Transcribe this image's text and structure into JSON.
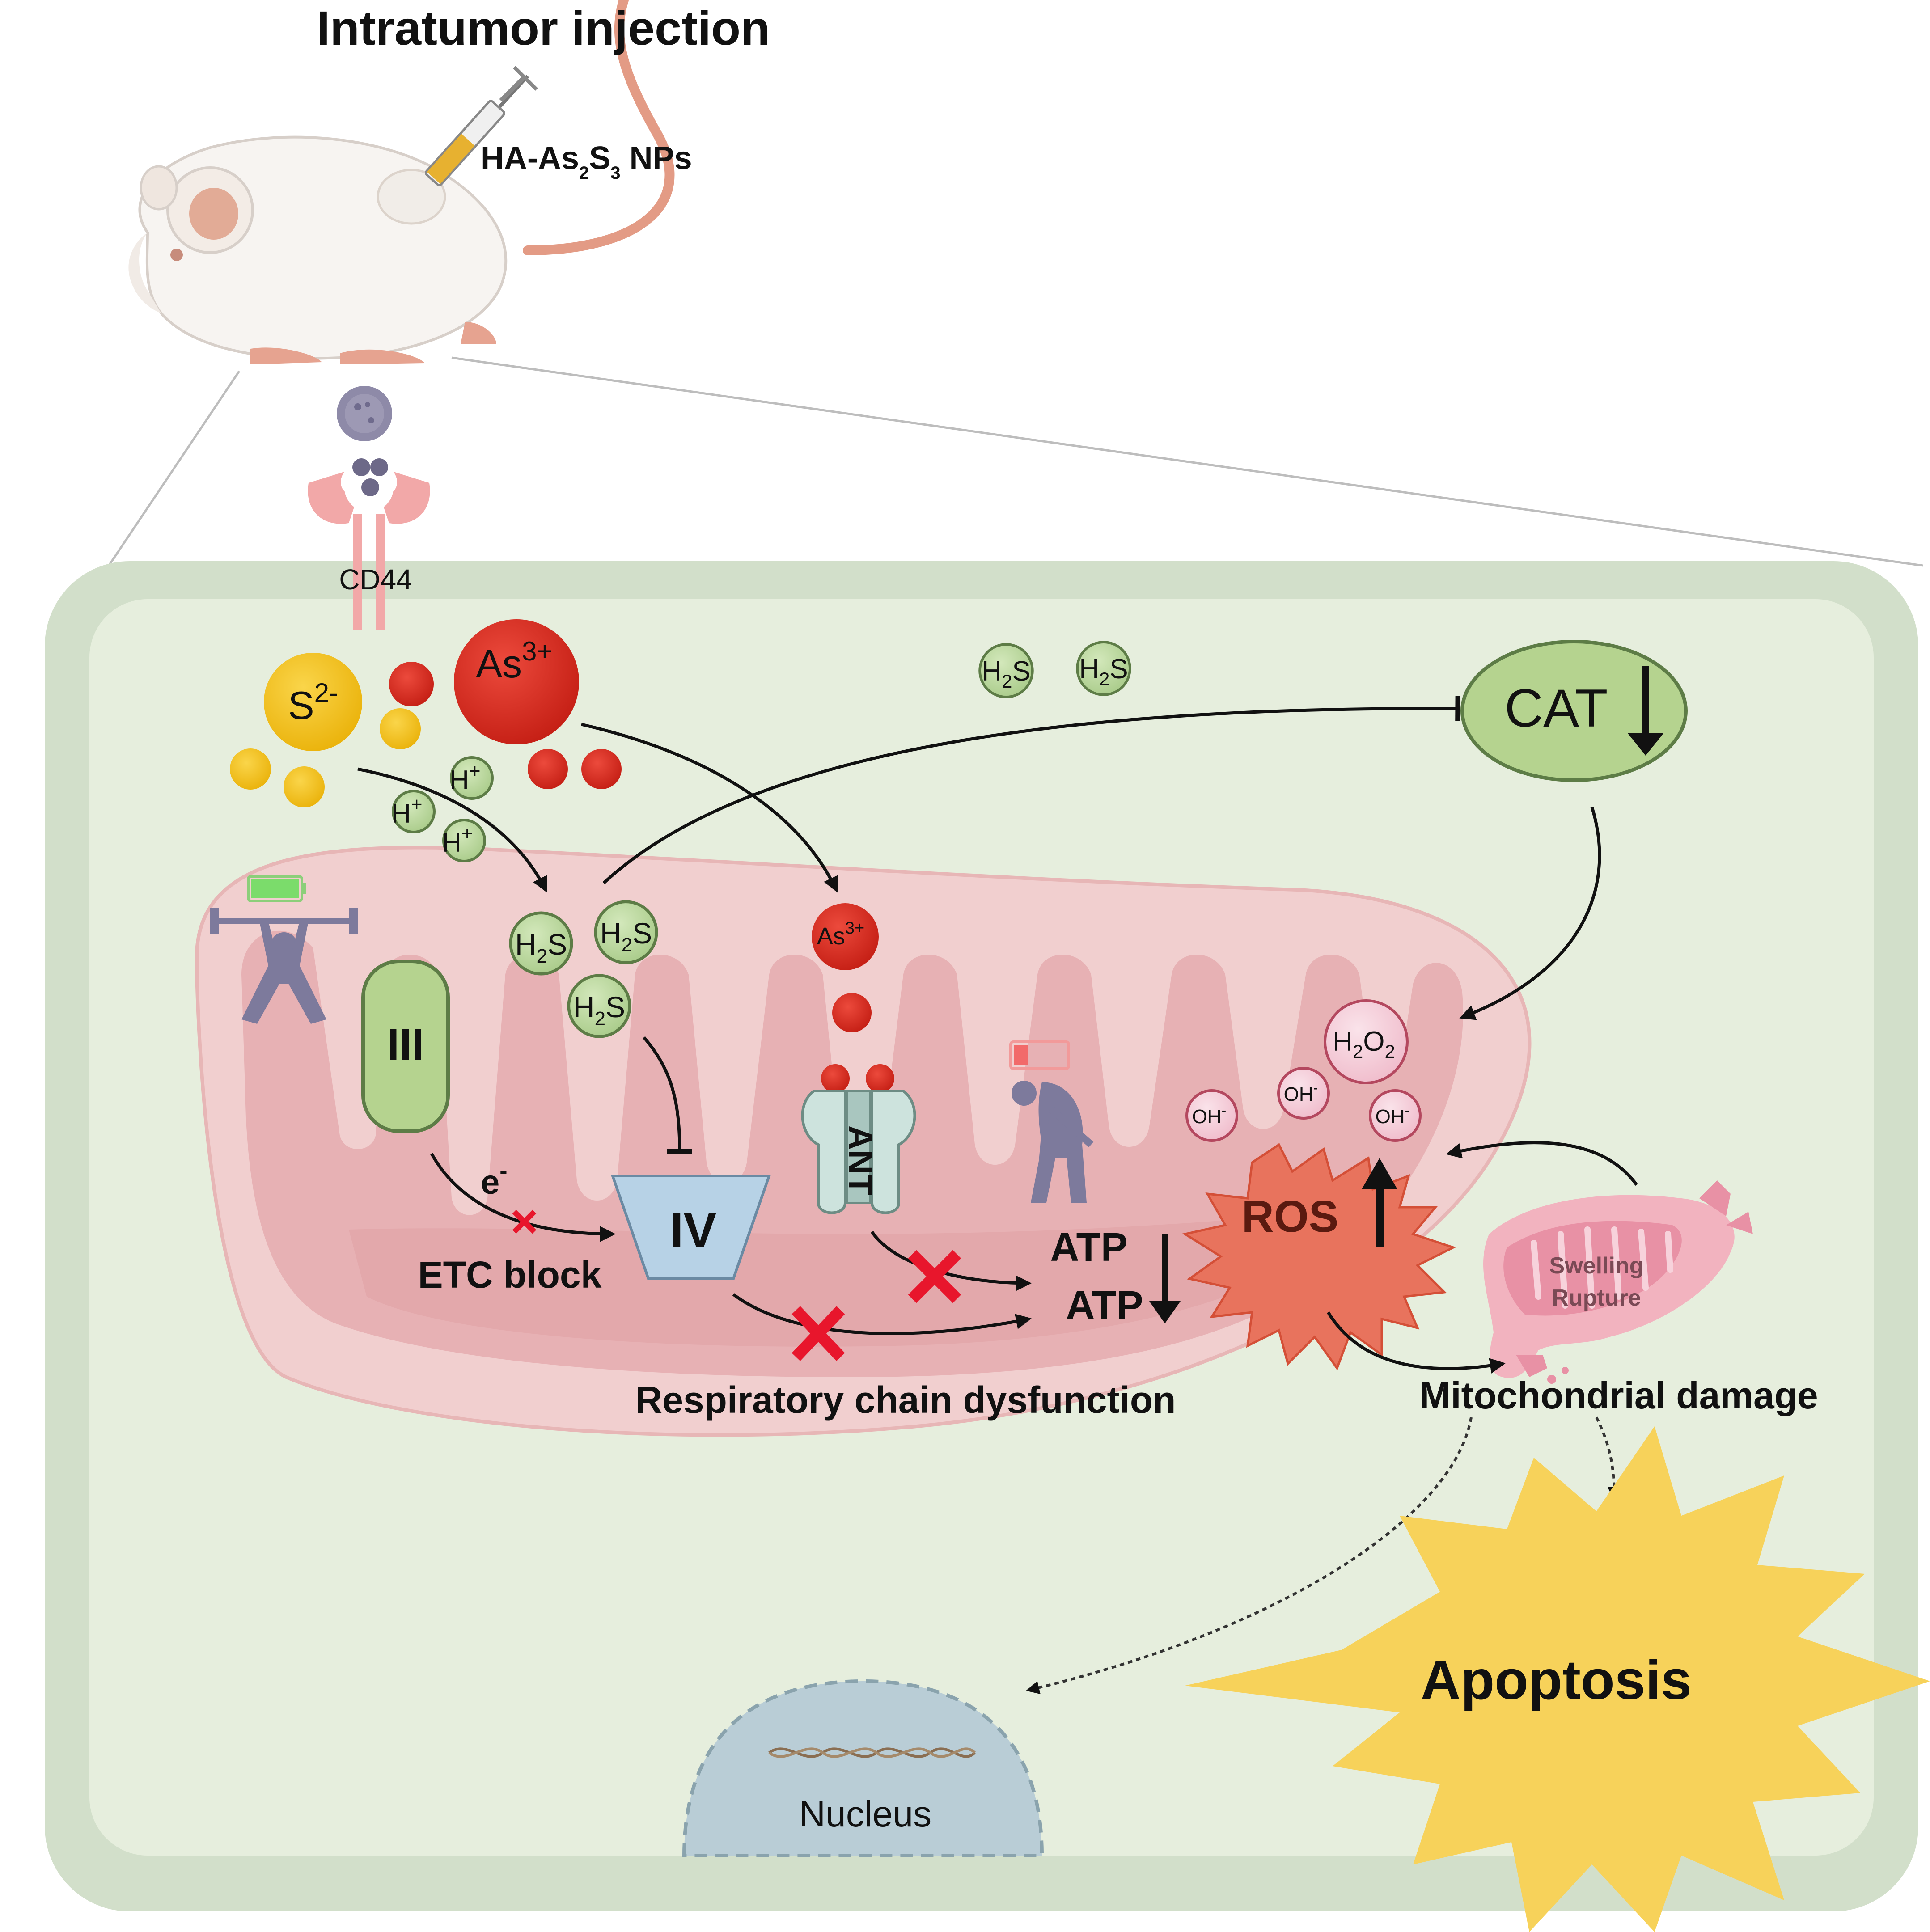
{
  "header": {
    "title": "Intratumor injection",
    "injection_label": {
      "prefix": "HA-As",
      "sub1": "2",
      "mid": "S",
      "sub2": "3",
      "suffix": " NPs"
    }
  },
  "receptor": {
    "label": "CD44"
  },
  "ions": {
    "sulfide": {
      "base": "S",
      "sup": "2-"
    },
    "arsenic": {
      "base": "As",
      "sup": "3+"
    },
    "proton": {
      "base": "H",
      "sup": "+"
    },
    "h2s": {
      "base": "H",
      "sub": "2",
      "tail": "S"
    },
    "hydroxyl": {
      "base": "OH",
      "sup": "-"
    },
    "peroxide": {
      "base": "H",
      "sub1": "2",
      "mid": "O",
      "sub2": "2"
    }
  },
  "enzymes": {
    "catalase": "CAT",
    "complex3": "III",
    "complex4": "IV",
    "transporter": "ANT"
  },
  "labels": {
    "electron": {
      "base": "e",
      "sup": "-"
    },
    "etc_block": "ETC block",
    "atp_1": "ATP",
    "atp_2": "ATP",
    "ros": "ROS",
    "respiratory": "Respiratory chain dysfunction",
    "swelling": "Swelling",
    "rupture": "Rupture",
    "mito_damage": "Mitochondrial damage",
    "apoptosis": "Apoptosis",
    "nucleus": "Nucleus"
  },
  "colors": {
    "cell_border": "#d2dfca",
    "cytoplasm": "#e6eedd",
    "mito_outer": "#f1cfcf",
    "mito_inner": "#e7b1b4",
    "arsenic_red": "#d9291f",
    "sulfur_yellow": "#f4c20d",
    "h2s_green": "#b8d69a",
    "cat_green": "#b5d38f",
    "complex4_blue": "#b7d2e6",
    "ros_orange": "#e8735d",
    "apoptosis_yellow": "#f7d25a",
    "nucleus_blue": "#b9cdd6",
    "block_red": "#e8162c"
  }
}
